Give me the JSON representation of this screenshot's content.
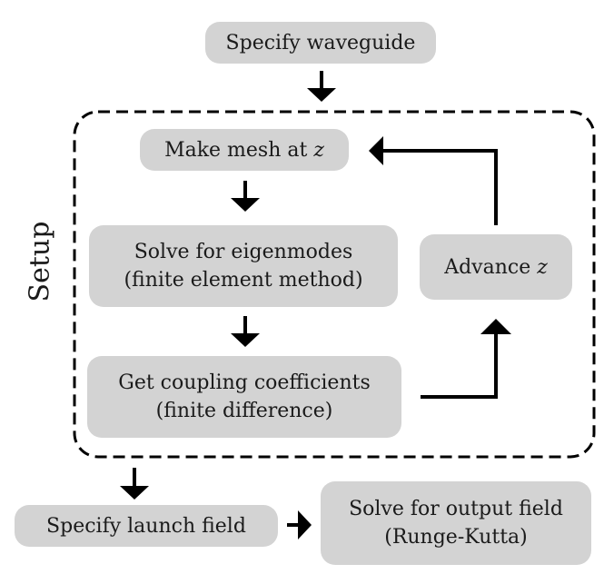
{
  "setup_label": "Setup",
  "nodes": {
    "specify_waveguide": {
      "lines": [
        "Specify waveguide"
      ]
    },
    "make_mesh": {
      "text": "Make mesh at ",
      "var": "z"
    },
    "solve_eigenmodes": {
      "lines": [
        "Solve for eigenmodes",
        "(finite element method)"
      ]
    },
    "coupling": {
      "lines": [
        "Get coupling coefficients",
        "(finite difference)"
      ]
    },
    "advance": {
      "text": "Advance ",
      "var": "z"
    },
    "launch_field": {
      "lines": [
        "Specify launch field"
      ]
    },
    "output_field": {
      "lines": [
        "Solve for output field",
        "(Runge-Kutta)"
      ]
    }
  },
  "colors": {
    "box_fill": "#d3d3d3",
    "line": "#000000",
    "text": "#1a1a1a"
  }
}
